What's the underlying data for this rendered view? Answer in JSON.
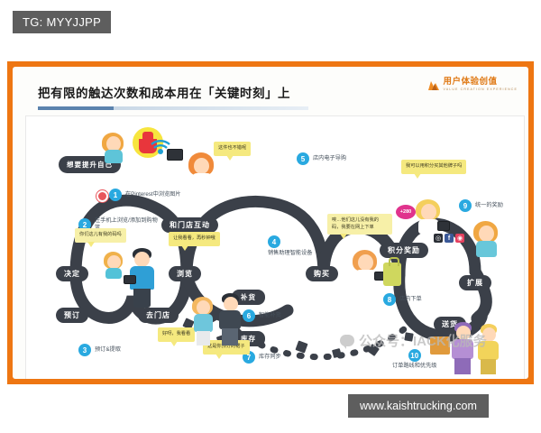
{
  "overlays": {
    "tg_banner": "TG: MYYJJPP",
    "url_banner": "www.kaishtrucking.com"
  },
  "slide": {
    "title": "把有限的触达次数和成本用在「关键时刻」上",
    "logo": {
      "cn": "用户体验创值",
      "en": "VALUE CREATION EXPERIENCE"
    },
    "watermark": "公众号：IACK化服务"
  },
  "diagram": {
    "nodes": [
      {
        "id": "decide",
        "label": "决定"
      },
      {
        "id": "browse",
        "label": "浏览"
      },
      {
        "id": "book",
        "label": "预订"
      },
      {
        "id": "gostore",
        "label": "去门店"
      },
      {
        "id": "interact",
        "label": "和门店互动"
      },
      {
        "id": "purchase",
        "label": "购买"
      },
      {
        "id": "points",
        "label": "积分奖励"
      },
      {
        "id": "expand",
        "label": "扩展"
      },
      {
        "id": "delivery",
        "label": "送货"
      },
      {
        "id": "restock",
        "label": "补货"
      },
      {
        "id": "stock",
        "label": "库存"
      }
    ],
    "steps": [
      {
        "num": "1",
        "text": "在Pinterest中浏览图片"
      },
      {
        "num": "2",
        "text": "在手机上浏览/添加到购物篮"
      },
      {
        "num": "3",
        "text": "预订&提取"
      },
      {
        "num": "4",
        "text": "销售助理智能设备"
      },
      {
        "num": "5",
        "text": "店内电子导购"
      },
      {
        "num": "6",
        "text": "智能补货"
      },
      {
        "num": "7",
        "text": "库存同步"
      },
      {
        "num": "8",
        "text": "店内下单"
      },
      {
        "num": "9",
        "text": "统一的奖励"
      },
      {
        "num": "10",
        "text": "订单路线和优先级"
      }
    ],
    "bubbles": [
      {
        "id": "aspire",
        "text": "想要提升自己"
      },
      {
        "id": "nice",
        "text": "这件也不错呢"
      },
      {
        "id": "havesize",
        "text": "你们这儿有我的码吗"
      },
      {
        "id": "letmesee",
        "text": "让我看看，再秒钟哦"
      },
      {
        "id": "reserved",
        "text": "这是你预订的裙子"
      },
      {
        "id": "okwait",
        "text": "好呀，我看看"
      },
      {
        "id": "nosize",
        "text": "唉…他们这儿没有我的码，我要在网上下单"
      },
      {
        "id": "usepoints",
        "text": "我可以用积分买其他牌子吗"
      }
    ],
    "points_badge": "+280",
    "social_icons": [
      "camera-icon",
      "facebook-icon",
      "instagram-icon"
    ]
  }
}
